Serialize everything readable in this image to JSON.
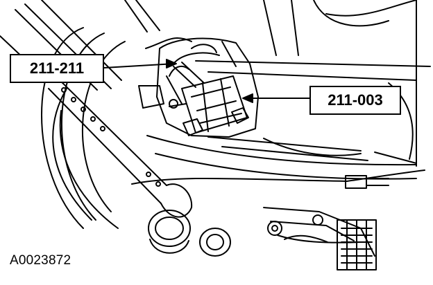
{
  "figure": {
    "id": "A0023872"
  },
  "callouts": [
    {
      "label": "211-211"
    },
    {
      "label": "211-003"
    }
  ]
}
